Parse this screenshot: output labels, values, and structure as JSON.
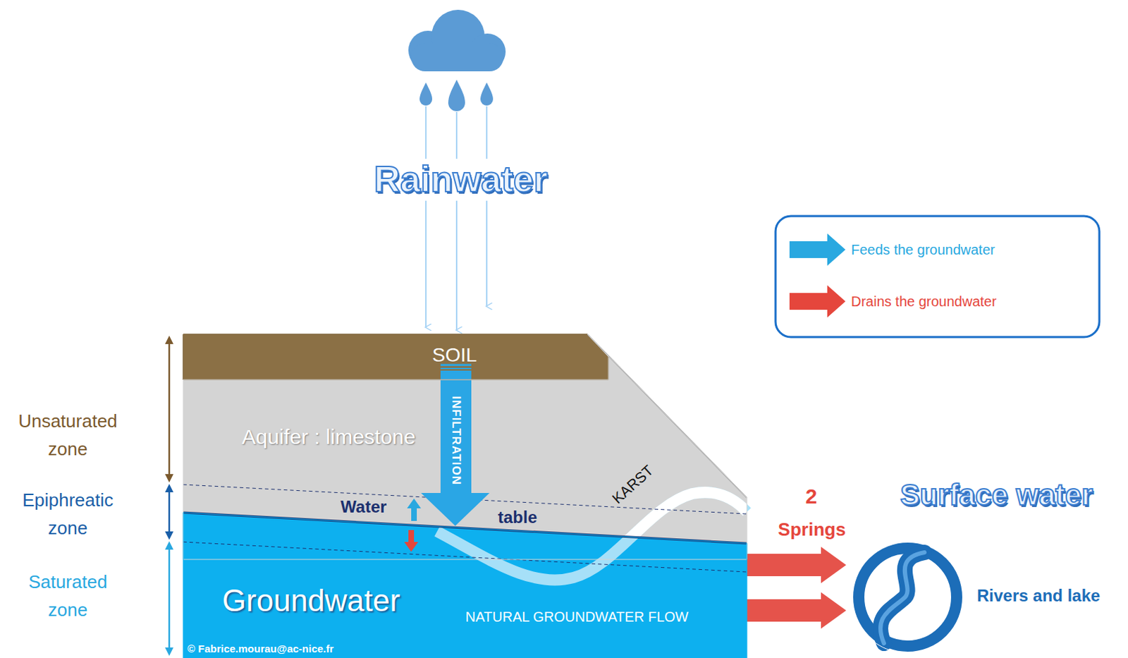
{
  "diagram": {
    "nodes": [
      {
        "text": [
          "SOIL"
        ]
      },
      {
        "text": [
          "Aquifer : limestone"
        ]
      },
      {
        "text": [
          "Groundwater",
          "NATURAL GROUNDWATER FLOW"
        ]
      },
      {
        "text": [
          "Rivers and lake"
        ]
      }
    ],
    "edges": [
      {
        "from": 2,
        "to": 3,
        "arrow": "to"
      },
      {
        "from": 2,
        "to": 3,
        "arrow": "to"
      }
    ],
    "labels": [
      "Rainwater",
      "INFILTRATION",
      "Water",
      "table",
      "KARST",
      "Unsaturated zone",
      "Epiphreatic zone",
      "Saturated zone",
      "2",
      "Springs",
      "Surface water",
      "© Fabrice.mourau@ac-nice.fr"
    ],
    "legend": [
      {
        "text": "Feeds the groundwater",
        "color": "#29a8e0"
      },
      {
        "text": "Drains the groundwater",
        "color": "#e5463c"
      }
    ]
  }
}
